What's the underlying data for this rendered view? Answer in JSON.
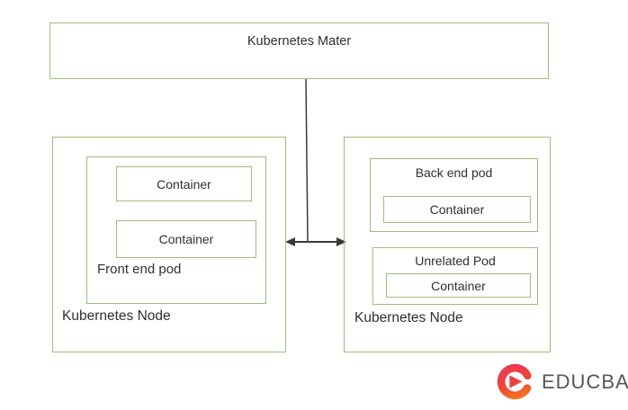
{
  "diagram": {
    "master": {
      "label": "Kubernetes Mater"
    },
    "left_node": {
      "label": "Kubernetes Node",
      "pod": {
        "label": "Front end pod",
        "containers": [
          "Container",
          "Container"
        ]
      }
    },
    "right_node": {
      "label": "Kubernetes Node",
      "pods": [
        {
          "label": "Back end pod",
          "container": "Container"
        },
        {
          "label": "Unrelated Pod",
          "container": "Container"
        }
      ]
    },
    "connector": {
      "type": "master-to-nodes line with double-headed arrow between nodes"
    }
  },
  "branding": {
    "logo_text": "EDUCBA"
  },
  "colors": {
    "box_border": "#9cbe7b",
    "diagram_text": "#303030",
    "connector": "#3a3a3a",
    "logo_text": "#55565a",
    "logo_red": "#e8395a",
    "logo_mid": "#ee4434",
    "logo_orange": "#f58220"
  }
}
